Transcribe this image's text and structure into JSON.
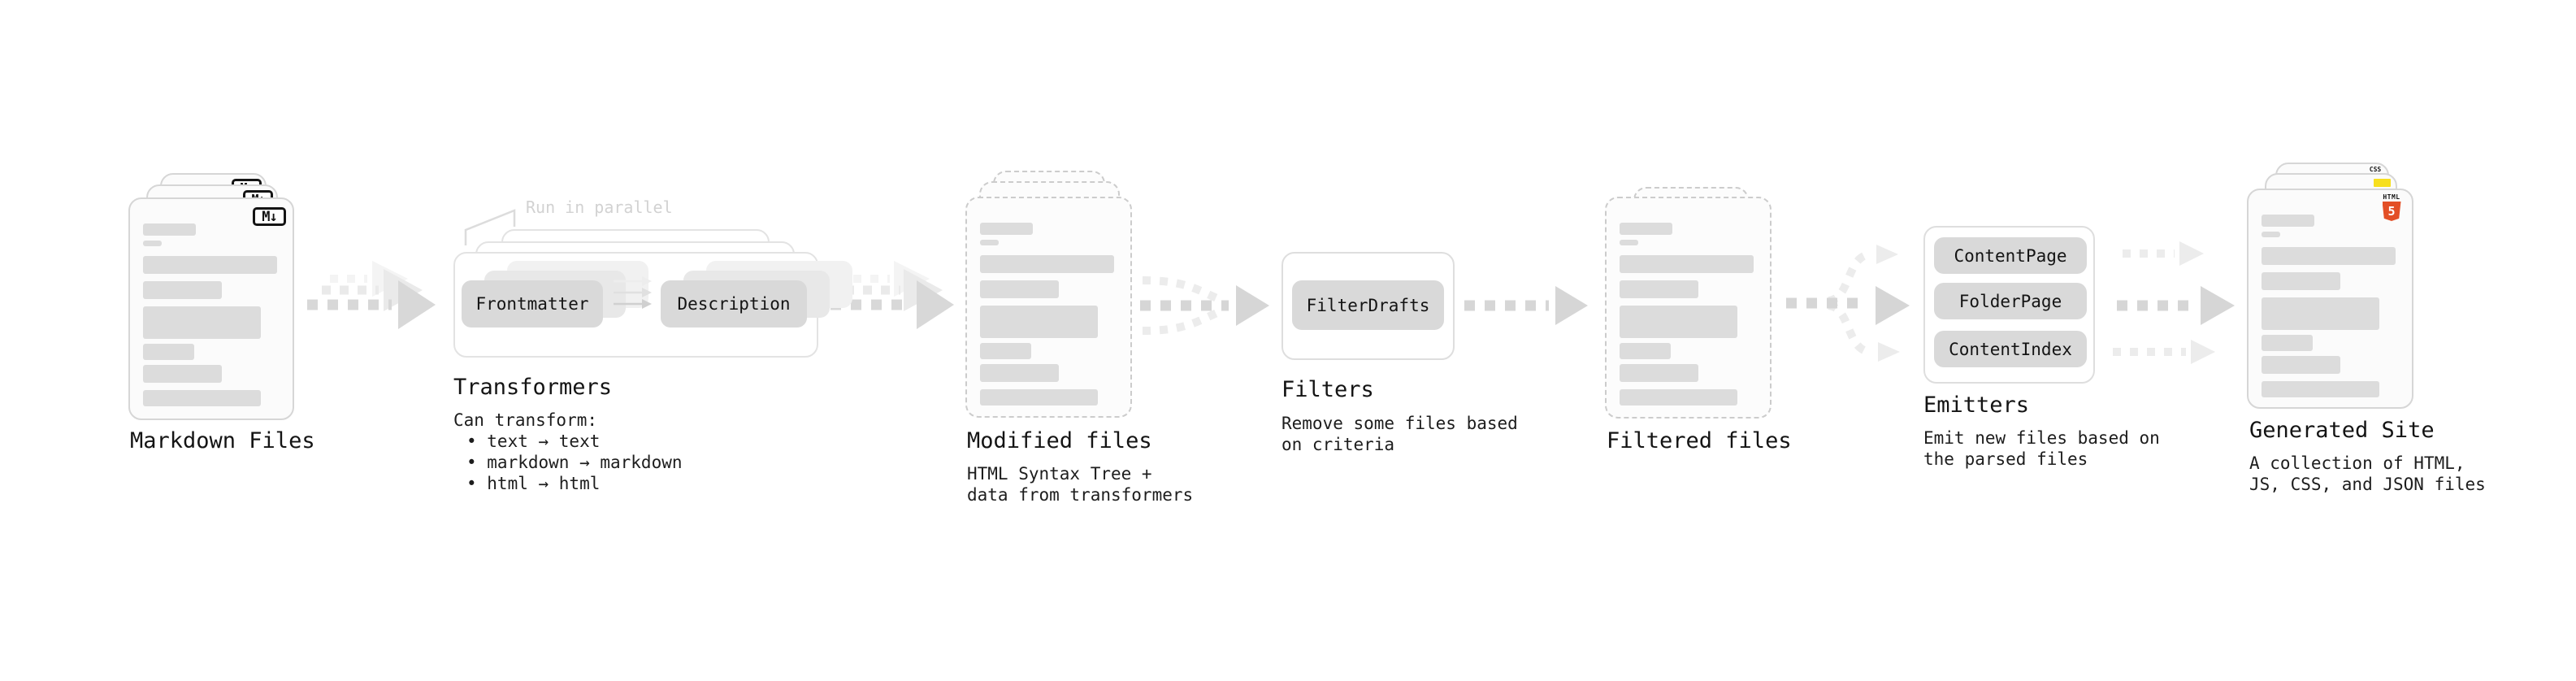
{
  "diagram": {
    "nodes": {
      "markdown_files": {
        "label": "Markdown Files",
        "badge": "M↓"
      },
      "transformers": {
        "label": "Transformers",
        "annotation": "Run in parallel",
        "pills": [
          "Frontmatter",
          "Description"
        ],
        "desc_heading": "Can transform:",
        "bullets": [
          "• text → text",
          "• markdown → markdown",
          "• html → html"
        ]
      },
      "modified_files": {
        "label": "Modified files",
        "desc_line1": "HTML Syntax Tree +",
        "desc_line2": "data from transformers"
      },
      "filters": {
        "label": "Filters",
        "pill": "FilterDrafts",
        "desc_line1": "Remove some files based",
        "desc_line2": "on criteria"
      },
      "filtered_files": {
        "label": "Filtered files"
      },
      "emitters": {
        "label": "Emitters",
        "pills": [
          "ContentPage",
          "FolderPage",
          "ContentIndex"
        ],
        "desc_line1": "Emit new files based on",
        "desc_line2": "the parsed files"
      },
      "generated_site": {
        "label": "Generated Site",
        "desc_line1": "A collection of HTML,",
        "desc_line2": "JS, CSS, and JSON files",
        "html5_text": "HTML",
        "html5_number": "5",
        "css_text": "CSS"
      }
    },
    "colors": {
      "html5_orange": "#e34f26",
      "js_yellow": "#f7df1e",
      "css_blue": "#2d53e5",
      "pill_gray": "#d9d9d9",
      "arrow_gray": "#d6d6d6"
    }
  }
}
